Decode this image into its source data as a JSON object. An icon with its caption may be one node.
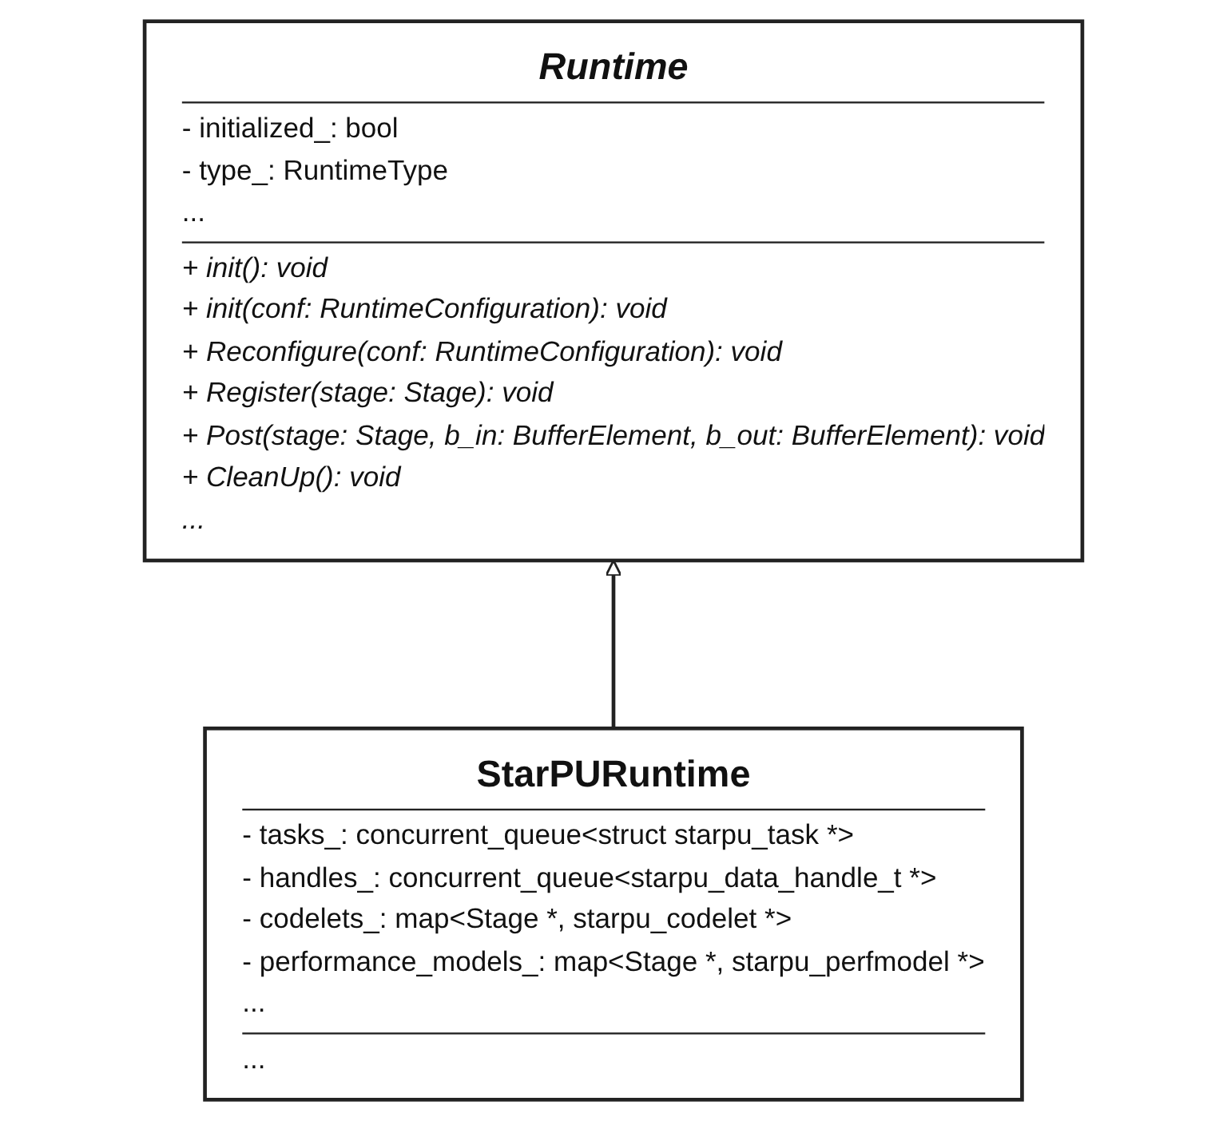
{
  "diagram": {
    "nodes": [
      {
        "text": [
          "Runtime",
          "- initialized_: bool",
          "- type_: RuntimeType",
          "...",
          "+ init(): void",
          "+ init(conf: RuntimeConfiguration): void",
          "+ Reconfigure(conf: RuntimeConfiguration): void",
          "+ Register(stage: Stage): void",
          "+ Post(stage: Stage, b_in: BufferElement, b_out: BufferElement): void",
          "+ CleanUp(): void",
          "..."
        ]
      },
      {
        "text": [
          "StarPURuntime",
          "- tasks_: concurrent_queue<struct starpu_task *>",
          "- handles_: concurrent_queue<starpu_data_handle_t *>",
          "- codelets_: map<Stage *, starpu_codelet *>",
          "- performance_models_: map<Stage *, starpu_perfmodel *>",
          "...",
          "..."
        ]
      }
    ],
    "edges": [
      {
        "from": 1,
        "to": 0,
        "arrow": "to"
      }
    ]
  }
}
